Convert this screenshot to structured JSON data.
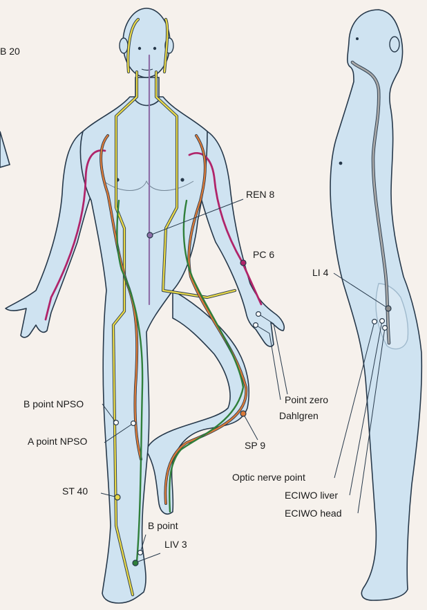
{
  "labels": {
    "gb20": "B 20",
    "ren8": "REN 8",
    "pc6": "PC 6",
    "li4": "LI 4",
    "point_zero": "Point zero",
    "dahlgren": "Dahlgren",
    "b_point_npso": "B point NPSO",
    "a_point_npso": "A point NPSO",
    "sp9": "SP 9",
    "optic_nerve": "Optic nerve point",
    "eciwo_liver": "ECIWO liver",
    "eciwo_head": "ECIWO head",
    "st40": "ST 40",
    "b_point": "B point",
    "liv3": "LIV 3"
  },
  "colors": {
    "background": "#f6f1ec",
    "skin": "#cfe3f1",
    "outline": "#26384a",
    "yellow_meridian": "#e8d84a",
    "green_meridian": "#2f7f3a",
    "orange_meridian": "#d97a3a",
    "magenta_meridian": "#b0246a",
    "purple_meridian": "#8e6fa8",
    "gray_meridian": "#8a8a8a"
  }
}
